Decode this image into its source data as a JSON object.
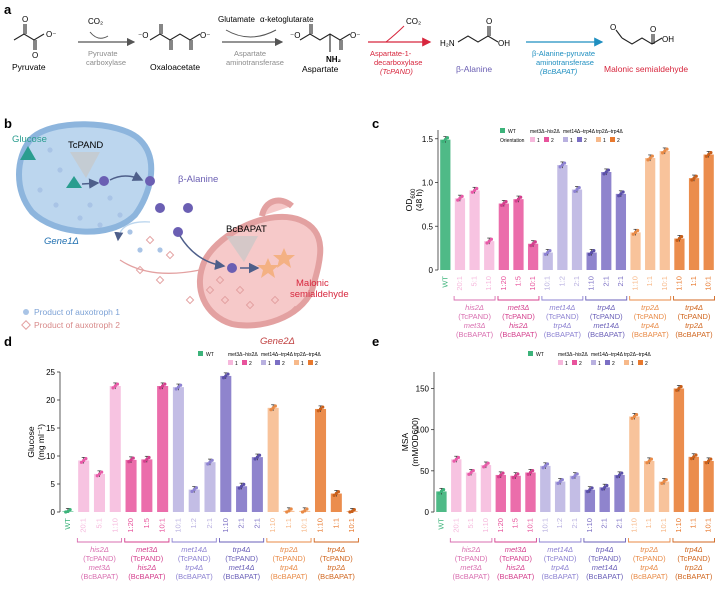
{
  "panel_letters": {
    "a": "a",
    "b": "b",
    "c": "c",
    "d": "d",
    "e": "e"
  },
  "pathway": {
    "molecules": [
      "Pyruvate",
      "Oxaloacetate",
      "Aspartate",
      "β-Alanine",
      "Malonic semialdehyde"
    ],
    "steps": [
      {
        "cofactor": "CO₂",
        "enzyme": [
          "Pyruvate",
          "carboxylase"
        ],
        "color": "#8c8c8c"
      },
      {
        "cofactor_left": "Glutamate",
        "cofactor_right": "α-ketoglutarate",
        "enzyme": [
          "Aspartate",
          "aminotransferase"
        ],
        "color": "#8c8c8c"
      },
      {
        "cofactor": "CO₂",
        "enzyme": [
          "Aspartate-1-",
          "decarboxylase",
          "(TcPAND)"
        ],
        "color": "#d7263d"
      },
      {
        "enzyme": [
          "β-Alanine-pyruvate",
          "aminotransferase",
          "(BcBAPAT)"
        ],
        "color": "#1f8fc0"
      }
    ],
    "beta_alanine_color": "#6b5fb3",
    "msa_color": "#d7263d"
  },
  "panel_b": {
    "tcpand": "TcPAND",
    "glucose": "Glucose",
    "beta_alanine": "β-Alanine",
    "bcbapat": "BcBAPAT",
    "malonic": [
      "Malonic",
      "semialdehyde"
    ],
    "gene1": "Gene1Δ",
    "gene2": "Gene2Δ",
    "legend": [
      "Product of auxotroph 1",
      "Product of auxotroph 2"
    ],
    "colors": {
      "cell1": "#bcd6ee",
      "cell1_edge": "#8db5dd",
      "cell2": "#f6c9c9",
      "cell2_edge": "#e3a1a1",
      "glucose": "#2a9d8f",
      "beta": "#6b5fb3",
      "star": "#f4b183"
    }
  },
  "legend_c": {
    "wt": "WT",
    "pairs": [
      "met3Δ–his2Δ",
      "met14Δ–trp4Δ",
      "trp2Δ–trp4Δ"
    ],
    "orientation": "Orientation",
    "o1": "1",
    "o2": "2"
  },
  "chart_data": [
    {
      "type": "bar",
      "panel": "c",
      "ylabel": [
        "OD",
        "600",
        "(48 h)"
      ],
      "ylim": [
        0,
        1.6
      ],
      "yticks": [
        0,
        0.5,
        1.0,
        1.5
      ],
      "ytick_labels": [
        "0",
        "0.5",
        "1.0",
        "1.5"
      ],
      "categories": [
        "WT",
        "20:1",
        "5:1",
        "1:10",
        "1:20",
        "1:5",
        "10:1",
        "10:1",
        "1:2",
        "2:1",
        "1:10",
        "2:1",
        "2:1",
        "1:10",
        "1:1",
        "10:1",
        "1:10",
        "1:1",
        "10:1"
      ],
      "values": [
        1.49,
        0.82,
        0.91,
        0.33,
        0.76,
        0.81,
        0.3,
        0.2,
        1.2,
        0.92,
        0.2,
        1.12,
        0.87,
        0.43,
        1.28,
        1.36,
        0.36,
        1.05,
        1.32
      ]
    },
    {
      "type": "bar",
      "panel": "d",
      "ylabel": [
        "Glucose",
        "(mg ml⁻¹)"
      ],
      "ylim": [
        0,
        25
      ],
      "yticks": [
        0,
        5,
        10,
        15,
        20,
        25
      ],
      "ytick_labels": [
        "0",
        "5",
        "10",
        "15",
        "20",
        "25"
      ],
      "categories": [
        "WT",
        "20:1",
        "5:1",
        "1:10",
        "1:20",
        "1:5",
        "10:1",
        "10:1",
        "1:2",
        "2:1",
        "1:10",
        "2:1",
        "2:1",
        "1:10",
        "1:1",
        "10:1",
        "1:10",
        "1:1",
        "10:1"
      ],
      "values": [
        0.1,
        9.2,
        6.8,
        22.5,
        9.3,
        9.4,
        22.5,
        22.3,
        4.0,
        8.9,
        24.3,
        4.6,
        9.8,
        18.6,
        0.2,
        0.2,
        18.4,
        3.3,
        0.1
      ]
    },
    {
      "type": "bar",
      "panel": "e",
      "ylabel": [
        "MSA",
        "(mM/OD600)"
      ],
      "ylim": [
        0,
        170
      ],
      "yticks": [
        0,
        50,
        100,
        150
      ],
      "ytick_labels": [
        "0",
        "50",
        "100",
        "150"
      ],
      "categories": [
        "WT",
        "20:1",
        "5:1",
        "1:10",
        "1:20",
        "1:5",
        "10:1",
        "10:1",
        "1:2",
        "2:1",
        "1:10",
        "2:1",
        "2:1",
        "1:10",
        "1:1",
        "10:1",
        "1:10",
        "1:1",
        "10:1"
      ],
      "values": [
        25,
        64,
        48,
        57,
        45,
        44,
        48,
        56,
        37,
        44,
        27,
        30,
        45,
        116,
        62,
        37,
        150,
        67,
        62
      ]
    }
  ],
  "groups": [
    {
      "line1": "his2Δ",
      "line2": "(TcPAND)",
      "line3": "met3Δ",
      "line4": "(BcBAPAT)"
    },
    {
      "line1": "met3Δ",
      "line2": "(TcPAND)",
      "line3": "his2Δ",
      "line4": "(BcBAPAT)"
    },
    {
      "line1": "met14Δ",
      "line2": "(TcPAND)",
      "line3": "trp4Δ",
      "line4": "(BcBAPAT)"
    },
    {
      "line1": "trp4Δ",
      "line2": "(TcPAND)",
      "line3": "met14Δ",
      "line4": "(BcBAPAT)"
    },
    {
      "line1": "trp2Δ",
      "line2": "(TcPAND)",
      "line3": "trp4Δ",
      "line4": "(BcBAPAT)"
    },
    {
      "line1": "trp4Δ",
      "line2": "(TcPAND)",
      "line3": "trp2Δ",
      "line4": "(BcBAPAT)"
    }
  ],
  "colors": {
    "wt": "#3cb37a",
    "bars": [
      "#f6b8dc",
      "#e8539c",
      "#b9b1e0",
      "#7b6fc4",
      "#f7b98a",
      "#e8792e"
    ]
  }
}
